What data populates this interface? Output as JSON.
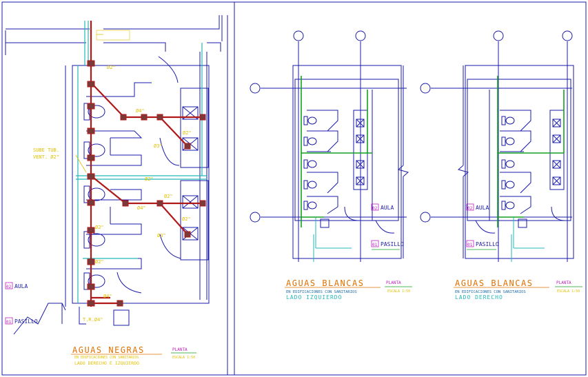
{
  "left_plan": {
    "title": "AGUAS NEGRAS",
    "subtitle": "EN EDIFICACIONES CON SANITARIOS",
    "side": "LADO DERECHO E IZQUIERDO",
    "tag": "PLANTA",
    "scale": "ESCALA 1:50",
    "labels": {
      "sube_tub": "SUBE TUB.",
      "vent": "VENT. Ø2\"",
      "aula": "AULA",
      "aula_num": "02",
      "pasillo": "PASILLO",
      "pasillo_num": "01",
      "pipe_4": "Ø4\"",
      "pipe_2": "Ø2\"",
      "pipe_3": "Ø3\"",
      "tr": "T.R.Ø4\""
    }
  },
  "mid_plan": {
    "title": "AGUAS BLANCAS",
    "subtitle": "EN EDIFICACIONES CON SANITARIOS",
    "side": "LADO IZQUIERDO",
    "tag": "PLANTA",
    "scale": "ESCALA 1:50",
    "aula": "AULA",
    "aula_num": "02",
    "pasillo": "PASILLO",
    "pasillo_num": "01"
  },
  "right_plan": {
    "title": "AGUAS BLANCAS",
    "subtitle": "EN EDIFICACIONES CON SANITARIOS",
    "side": "LADO DERECHO",
    "tag": "PLANTA",
    "scale": "ESCALA 1:50",
    "aula": "AULA",
    "aula_num": "02",
    "pasillo": "PASILLO",
    "pasillo_num": "01"
  },
  "colors": {
    "wall": "#1a1aa8",
    "pipe": "#b01818",
    "water": "#22b8b8",
    "yellow": "#e0c000",
    "orange": "#e07000",
    "green": "#10a020",
    "magenta": "#c020c0"
  }
}
